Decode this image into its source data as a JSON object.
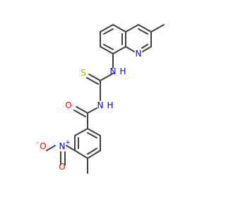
{
  "molecule": {
    "atom_labels": {
      "nitrogen_quinoline": "N",
      "nitrogen_thiourea_upper": "N",
      "hydrogen_thiourea_upper": "H",
      "sulfur": "S",
      "nitrogen_amide": "N",
      "hydrogen_amide": "H",
      "oxygen_carbonyl": "O",
      "nitrogen_nitro": "N",
      "nitro_charge_plus": "+",
      "oxygen_nitro_single": "O",
      "nitro_charge_minus": "-",
      "oxygen_nitro_double": "O"
    },
    "colors": {
      "bond": "#404040",
      "nitrogen": "#0000ff",
      "oxygen": "#ff0000",
      "sulfur": "#b2b200",
      "background": "#ffffff"
    }
  }
}
